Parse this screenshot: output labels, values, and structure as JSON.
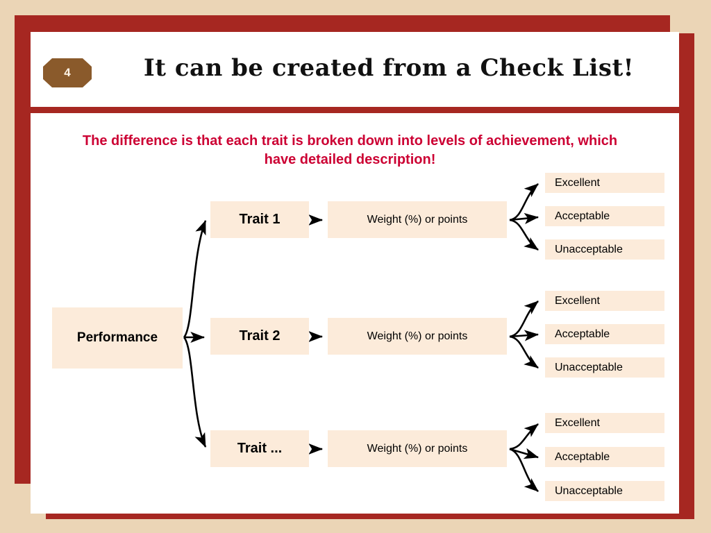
{
  "slide": {
    "number_badge": "4",
    "title": "It can be created from a Check List!",
    "subtitle": "The difference is that each trait is broken down into levels of achievement, which have detailed description!"
  },
  "theme": {
    "background": "#ebd5b6",
    "frame_red": "#a62721",
    "panel_white": "#ffffff",
    "badge_brown": "#8a5a2b",
    "subtitle_red": "#cc0033",
    "node_fill": "#fcebda",
    "arrow_black": "#000000"
  },
  "diagram": {
    "root": {
      "label": "Performance"
    },
    "rows": [
      {
        "trait": "Trait 1",
        "weight": "Weight (%) or points",
        "levels": [
          "Excellent",
          "Acceptable",
          "Unacceptable"
        ]
      },
      {
        "trait": "Trait 2",
        "weight": "Weight (%) or points",
        "levels": [
          "Excellent",
          "Acceptable",
          "Unacceptable"
        ]
      },
      {
        "trait": "Trait ...",
        "weight": "Weight (%) or points",
        "levels": [
          "Excellent",
          "Acceptable",
          "Unacceptable"
        ]
      }
    ]
  }
}
